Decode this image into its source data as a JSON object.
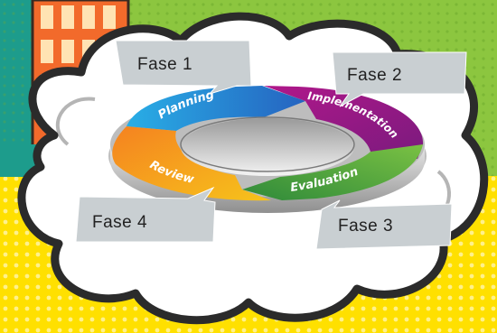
{
  "cycle": {
    "stages": [
      {
        "label": "Planning",
        "color_a": "#29aee6",
        "color_b": "#2563c0"
      },
      {
        "label": "Implementation",
        "color_a": "#b0188a",
        "color_b": "#7a1a7e"
      },
      {
        "label": "Evaluation",
        "color_a": "#7ac143",
        "color_b": "#2f8a3a"
      },
      {
        "label": "Review",
        "color_a": "#f58220",
        "color_b": "#f6c31b"
      }
    ]
  },
  "callouts": [
    {
      "label": "Fase 1"
    },
    {
      "label": "Fase 2"
    },
    {
      "label": "Fase 3"
    },
    {
      "label": "Fase 4"
    }
  ],
  "colors": {
    "background_green": "#8cc63f",
    "background_yellow": "#ffe000",
    "building_orange": "#f26a2b",
    "building_teal": "#1d9c8c",
    "cloud_fill": "#ffffff",
    "cloud_outline": "#2b2b2b",
    "callout_fill": "#c9cfd2"
  }
}
